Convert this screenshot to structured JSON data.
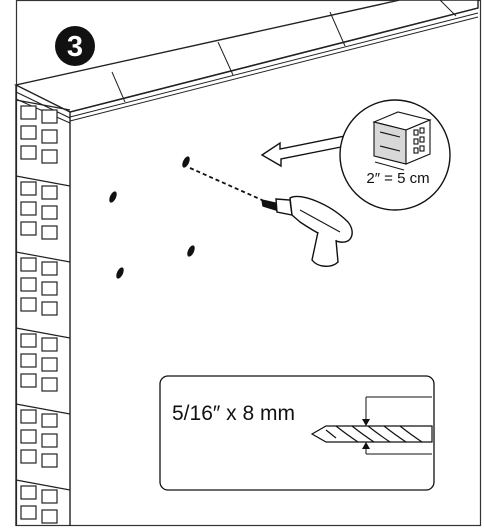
{
  "step": {
    "number": "3"
  },
  "callout_anchor": {
    "label": "2″ = 5 cm"
  },
  "callout_drill_bit": {
    "label": "5/16″ x 8 mm"
  },
  "icons": {
    "step_badge": "circled-number-3",
    "anchor": "wall-anchor-plug",
    "drill": "power-drill",
    "arrow": "pointing-arrow",
    "bit": "drill-bit"
  }
}
